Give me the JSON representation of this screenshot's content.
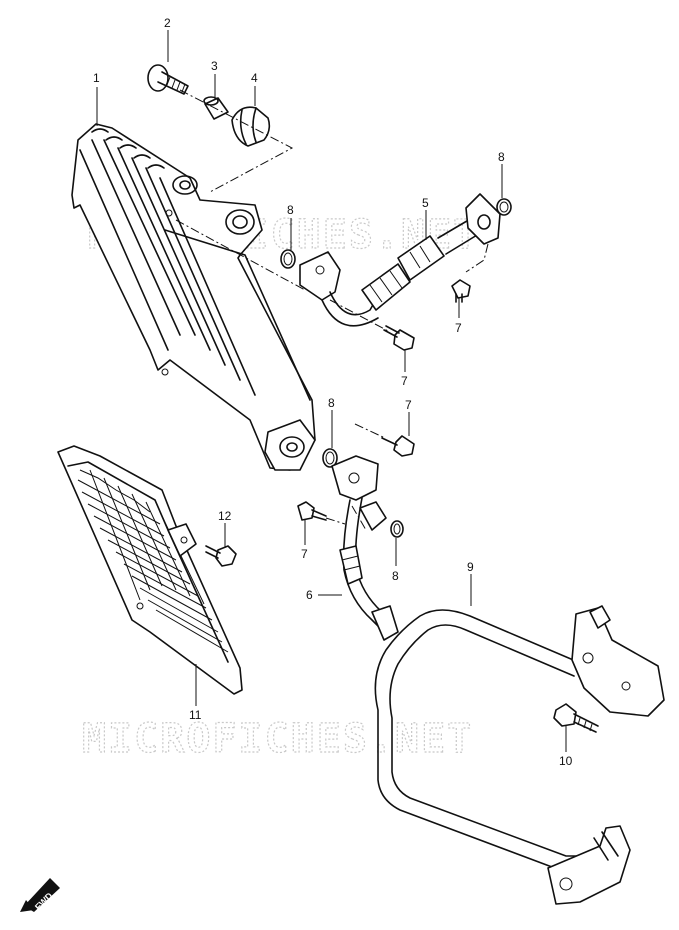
{
  "diagram": {
    "watermark_text": "MICROFICHES.NET",
    "fwd_label": "FWD",
    "callouts": [
      {
        "id": "c1",
        "label": "1"
      },
      {
        "id": "c2",
        "label": "2"
      },
      {
        "id": "c3",
        "label": "3"
      },
      {
        "id": "c4",
        "label": "4"
      },
      {
        "id": "c5",
        "label": "5"
      },
      {
        "id": "c8a",
        "label": "8"
      },
      {
        "id": "c8b",
        "label": "8"
      },
      {
        "id": "c7a",
        "label": "7"
      },
      {
        "id": "c7b",
        "label": "7"
      },
      {
        "id": "c8c",
        "label": "8"
      },
      {
        "id": "c7c",
        "label": "7"
      },
      {
        "id": "c12",
        "label": "12"
      },
      {
        "id": "c7d",
        "label": "7"
      },
      {
        "id": "c8d",
        "label": "8"
      },
      {
        "id": "c9",
        "label": "9"
      },
      {
        "id": "c6",
        "label": "6"
      },
      {
        "id": "c11",
        "label": "11"
      },
      {
        "id": "c10",
        "label": "10"
      }
    ]
  }
}
